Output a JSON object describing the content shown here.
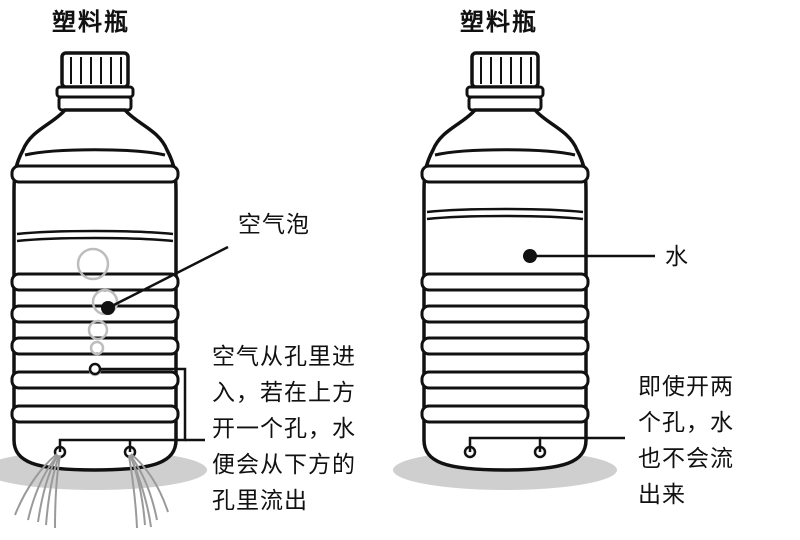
{
  "colors": {
    "ink": "#111111",
    "shadow": "#cfcfcf",
    "jet": "#9a9a9a",
    "bubble": "#bdbdbd"
  },
  "left_bottle": {
    "title": "塑料瓶",
    "bubble_label": "空气泡",
    "note_lines": [
      "空气从孔里进",
      "入，若在上方",
      "开一个孔，水",
      "便会从下方的",
      "孔里流出"
    ]
  },
  "right_bottle": {
    "title": "塑料瓶",
    "water_label": "水",
    "note_lines": [
      "即使开两",
      "个孔，水",
      "也不会流",
      "出来"
    ]
  }
}
